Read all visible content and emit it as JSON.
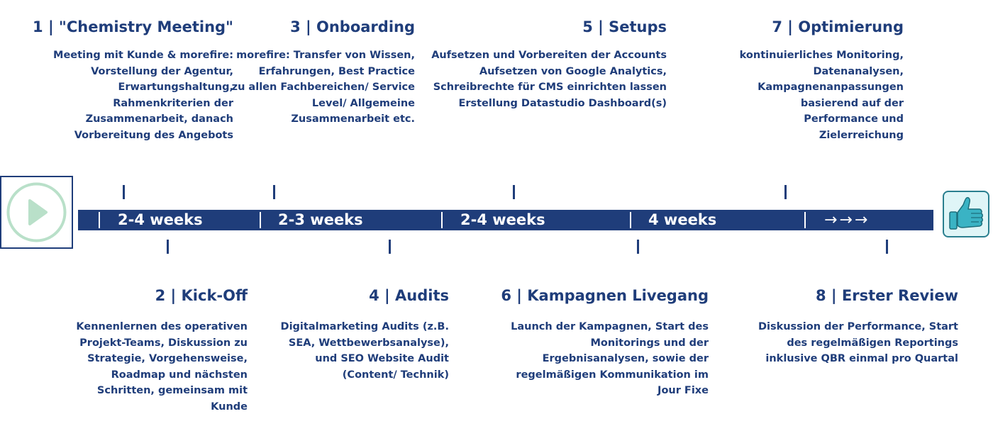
{
  "steps": [
    {
      "title": "1 | \"Chemistry Meeting\"",
      "desc": "Meeting mit Kunde & morefire:\nVorstellung der Agentur,\nErwartungshaltung,\nRahmenkriterien der\nZusammenarbeit, danach\nVorbereitung des Angebots"
    },
    {
      "title": "2 | Kick-Off",
      "desc": "Kennenlernen des operativen\nProjekt-Teams, Diskussion zu\nStrategie, Vorgehensweise,\nRoadmap und nächsten\nSchritten, gemeinsam mit\nKunde"
    },
    {
      "title": "3 | Onboarding",
      "desc": "morefire: Transfer von Wissen,\nErfahrungen, Best Practice\nzu allen Fachbereichen/ Service\nLevel/ Allgemeine\nZusammenarbeit etc."
    },
    {
      "title": "4 | Audits",
      "desc": "Digitalmarketing Audits (z.B.\nSEA, Wettbewerbsanalyse),\nund SEO Website Audit\n(Content/ Technik)"
    },
    {
      "title": "5 | Setups",
      "desc": "Aufsetzen und Vorbereiten der Accounts\nAufsetzen von Google Analytics,\nSchreibrechte für CMS einrichten lassen\nErstellung Datastudio Dashboard(s)"
    },
    {
      "title": "6 | Kampagnen Livegang",
      "desc": "Launch der Kampagnen, Start des\nMonitorings und der\nErgebnisanalysen, sowie der\nregelmäßigen Kommunikation im\nJour Fixe"
    },
    {
      "title": "7 | Optimierung",
      "desc": "kontinuierliches Monitoring,\nDatenanalysen,\nKampagnenanpassungen\nbasierend auf der\nPerformance und\nZielerreichung"
    },
    {
      "title": "8 | Erster Review",
      "desc": "Diskussion der Performance, Start\ndes regelmäßigen Reportings\ninklusive QBR einmal pro Quartal"
    }
  ],
  "timeline": {
    "segments": [
      "2-4 weeks",
      "2-3 weeks",
      "2-4 weeks",
      "4 weeks"
    ],
    "arrows": "→→→"
  },
  "icons": {
    "start": "play-icon",
    "end": "thumbs-up-icon"
  },
  "colors": {
    "primary": "#1f3d7a",
    "play": "#b9e0c9",
    "thumb": "#3ab3c4"
  }
}
